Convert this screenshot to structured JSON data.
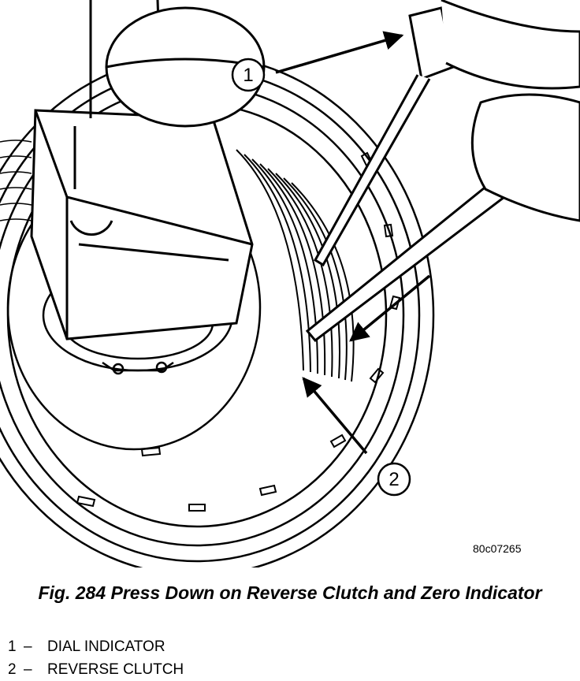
{
  "figure": {
    "id": "80c07265",
    "caption": "Fig. 284 Press Down on Reverse Clutch and Zero Indicator",
    "callouts": [
      {
        "number": "1",
        "dash": "–",
        "label": "DIAL INDICATOR"
      },
      {
        "number": "2",
        "dash": "–",
        "label": "REVERSE CLUTCH"
      }
    ]
  },
  "colors": {
    "ink": "#000000",
    "paper": "#ffffff"
  }
}
